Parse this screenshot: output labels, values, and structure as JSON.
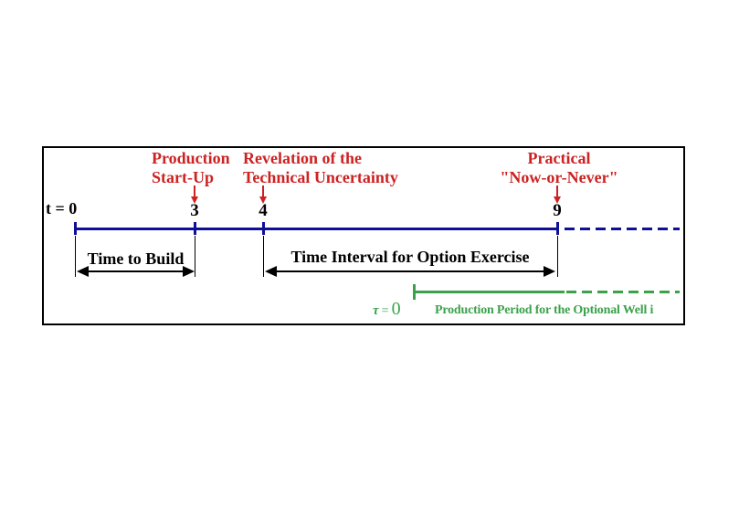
{
  "colors": {
    "red": "#CC2222",
    "blue": "#0F0F97",
    "green": "#3BA24B",
    "black": "#000000"
  },
  "events": {
    "production_startup": {
      "line1": "Production",
      "line2": "Start-Up",
      "time": "3"
    },
    "revelation": {
      "line1": "Revelation of the",
      "line2": "Technical Uncertainty",
      "time": "4"
    },
    "now_or_never": {
      "line1": "Practical",
      "line2": "\"Now-or-Never\"",
      "time": "9"
    }
  },
  "timeline": {
    "origin_label": "t = 0"
  },
  "intervals": {
    "time_to_build_label": "Time to Build",
    "option_exercise_label": "Time Interval for Option Exercise"
  },
  "production_period": {
    "tau_symbol": "τ",
    "equals": "=",
    "zero": "0",
    "label": "Production Period for the Optional Well i"
  }
}
